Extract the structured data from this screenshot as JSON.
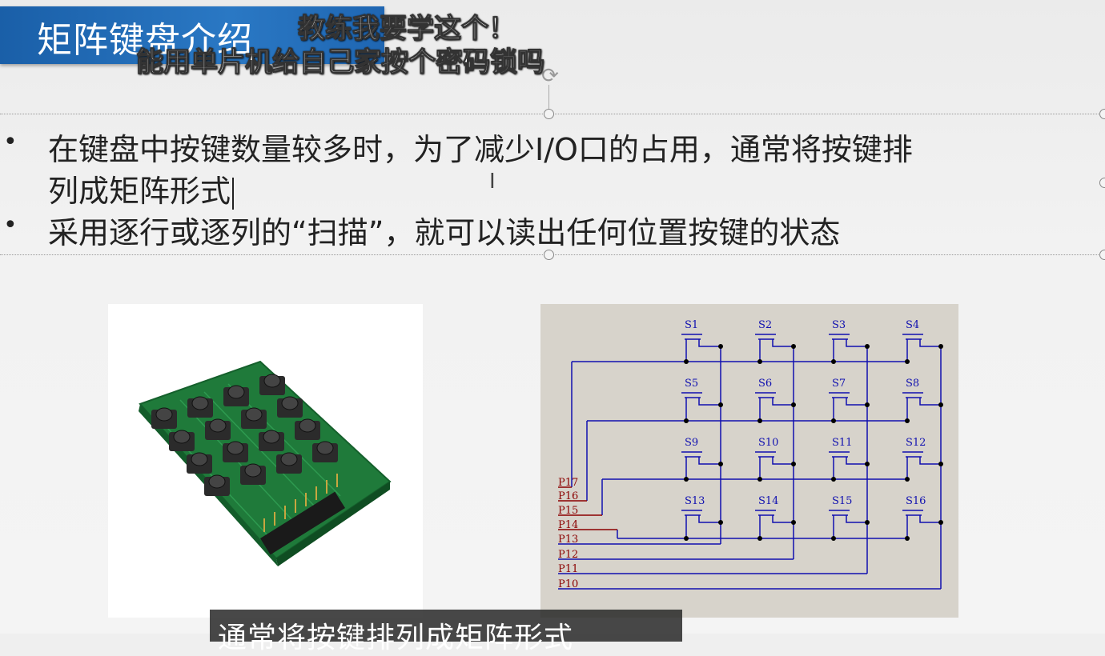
{
  "slide": {
    "title": "矩阵键盘介绍",
    "bullets": [
      {
        "line1": "在键盘中按键数量较多时，为了减少I/O口的占用，通常将按键排",
        "line2": "列成矩阵形式"
      },
      {
        "line1": "采用逐行或逐列的“扫描”，就可以读出任何位置按键的状态"
      }
    ]
  },
  "danmaku": {
    "comment1": "教练我要学这个！",
    "comment2": "能用单片机给自己家按个密码锁吗"
  },
  "schematic": {
    "switch_labels": [
      "S1",
      "S2",
      "S3",
      "S4",
      "S5",
      "S6",
      "S7",
      "S8",
      "S9",
      "S10",
      "S11",
      "S12",
      "S13",
      "S14",
      "S15",
      "S16"
    ],
    "port_labels": [
      "P17",
      "P16",
      "P15",
      "P14",
      "P13",
      "P12",
      "P11",
      "P10"
    ]
  },
  "subtitle": {
    "text": "通常将按键排列成矩阵形式"
  },
  "colors": {
    "banner": "#1f66b2",
    "wire": "#1010b0",
    "port_label": "#8b0000",
    "schematic_bg": "#d7d3cb"
  }
}
